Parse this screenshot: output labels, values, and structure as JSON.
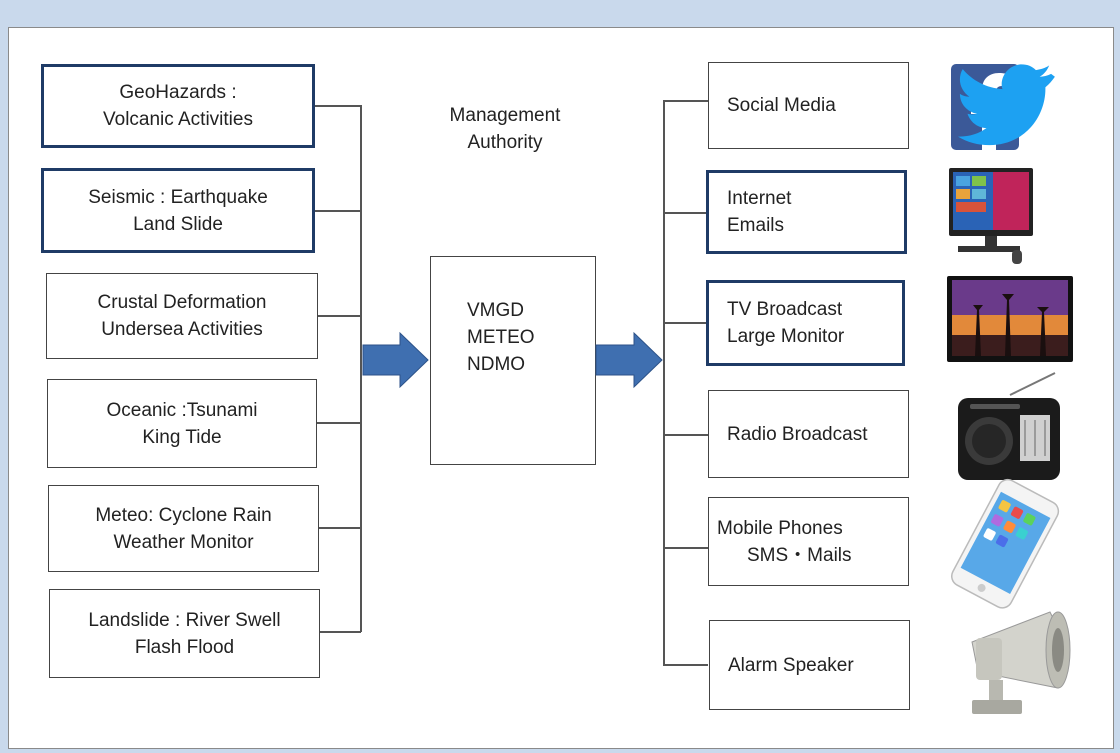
{
  "sources": [
    {
      "line1": "GeoHazards :",
      "line2": "Volcanic Activities"
    },
    {
      "line1": "Seismic : Earthquake",
      "line2": "Land Slide"
    },
    {
      "line1": "Crustal Deformation",
      "line2": "Undersea Activities"
    },
    {
      "line1": "Oceanic :Tsunami",
      "line2": "King Tide"
    },
    {
      "line1": "Meteo: Cyclone  Rain",
      "line2": "Weather Monitor"
    },
    {
      "line1": "Landslide : River Swell",
      "line2": "Flash Flood"
    }
  ],
  "authority": {
    "line1": "Management",
    "line2": "Authority"
  },
  "center": {
    "line1": "VMGD",
    "line2": "METEO",
    "line3": "NDMO"
  },
  "channels": [
    {
      "line1": "Social Media",
      "line2": ""
    },
    {
      "line1": "Internet",
      "line2": "Emails"
    },
    {
      "line1": "TV Broadcast",
      "line2": "Large  Monitor"
    },
    {
      "line1": "Radio Broadcast",
      "line2": ""
    },
    {
      "line1": "Mobile Phones",
      "line2": "SMS・Mails"
    },
    {
      "line1": "Alarm Speaker",
      "line2": ""
    }
  ],
  "icons": [
    "facebook-icon",
    "twitter-icon",
    "computer-icon",
    "tv-icon",
    "radio-icon",
    "phone-icon",
    "speaker-icon"
  ],
  "colors": {
    "arrow": "#3f6fb0",
    "highlight_border": "#1f3b66",
    "facebook": "#3b5998",
    "twitter": "#1da1f2"
  }
}
